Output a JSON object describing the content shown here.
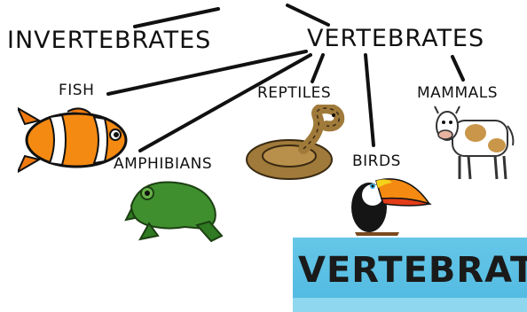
{
  "labels": {
    "invertebrates": "INVERTEBRATES",
    "vertebrates": "VERTEBRATES",
    "fish": "FISH",
    "reptiles": "REPTILES",
    "mammals": "MAMMALS",
    "amphibians": "AMPHIBIANS",
    "birds": "BIRDS"
  },
  "banner": {
    "text": "VERTEBRAT"
  },
  "icons": {
    "fish": "clownfish-icon",
    "amphibian": "frog-icon",
    "reptile": "snake-icon",
    "bird": "toucan-icon",
    "mammal": "cow-icon"
  }
}
